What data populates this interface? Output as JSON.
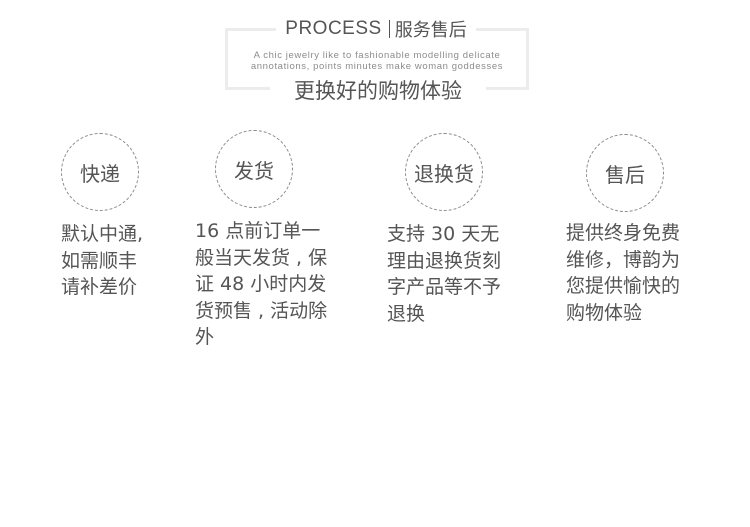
{
  "header": {
    "title_en": "PROCESS",
    "title_cn": "服务售后",
    "tagline": [
      "A chic jewelry like to fashionable modelling delicate",
      "annotations, points minutes make woman goddesses"
    ],
    "subtitle": "更换好的购物体验"
  },
  "steps": [
    {
      "title": "快递",
      "lines": [
        "默认中通,",
        "如需顺丰",
        "请补差价"
      ]
    },
    {
      "title": "发货",
      "lines": [
        "16 点前订单一",
        "般当天发货 , 保",
        "证 48 小时内发",
        "货预售 , 活动除",
        "外"
      ]
    },
    {
      "title": "退换货",
      "lines": [
        "支持 30 天无",
        "理由退换货刻",
        "字产品等不予",
        "退换"
      ]
    },
    {
      "title": "售后",
      "lines": [
        "提供终身免费",
        "维修，博韵为",
        "您提供愉快的",
        "购物体验"
      ]
    }
  ]
}
